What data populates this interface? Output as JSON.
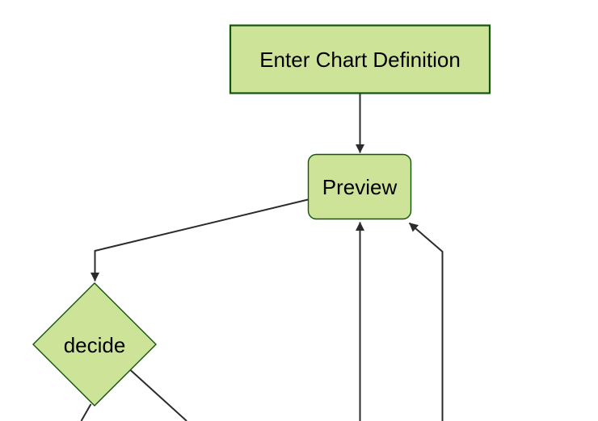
{
  "diagram": {
    "type": "flowchart",
    "direction": "top-down",
    "nodes": [
      {
        "id": "enter-chart-definition",
        "label": "Enter Chart Definition",
        "shape": "rectangle"
      },
      {
        "id": "preview",
        "label": "Preview",
        "shape": "rounded-rectangle"
      },
      {
        "id": "decide",
        "label": "decide",
        "shape": "diamond"
      }
    ],
    "edges": [
      {
        "from": "Enter Chart Definition",
        "to": "Preview",
        "arrow": true
      },
      {
        "from": "Preview",
        "to": "decide",
        "arrow": true
      },
      {
        "from": "offscreen-bottom",
        "to": "Preview",
        "arrow": true
      },
      {
        "from": "offscreen-bottom-right",
        "to": "Preview",
        "arrow": true
      },
      {
        "from": "decide",
        "to": "offscreen-bottom-left",
        "arrow": false
      },
      {
        "from": "decide",
        "to": "offscreen-bottom-right",
        "arrow": false
      }
    ]
  },
  "theme": {
    "background": "#ffffff",
    "node_fill": "#cde498",
    "node_border": "#13540c",
    "edge_color": "#2b2b2b",
    "text_color": "#000000"
  }
}
